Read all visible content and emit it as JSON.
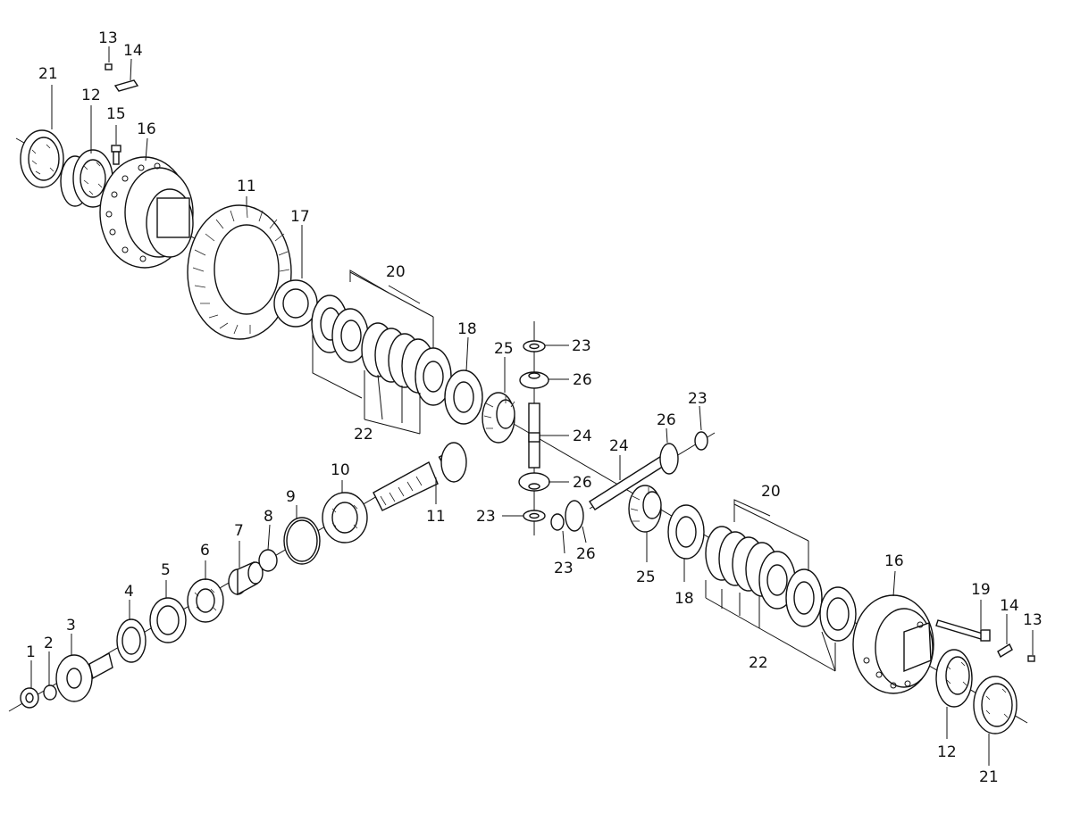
{
  "diagram": {
    "callouts": [
      {
        "id": "c1a",
        "text": "1"
      },
      {
        "id": "c2a",
        "text": "2"
      },
      {
        "id": "c3a",
        "text": "3"
      },
      {
        "id": "c4a",
        "text": "4"
      },
      {
        "id": "c5a",
        "text": "5"
      },
      {
        "id": "c6a",
        "text": "6"
      },
      {
        "id": "c7a",
        "text": "7"
      },
      {
        "id": "c8a",
        "text": "8"
      },
      {
        "id": "c9a",
        "text": "9"
      },
      {
        "id": "c10a",
        "text": "10"
      },
      {
        "id": "c11a",
        "text": "11"
      },
      {
        "id": "c11b",
        "text": "11"
      },
      {
        "id": "c12a",
        "text": "12"
      },
      {
        "id": "c12b",
        "text": "12"
      },
      {
        "id": "c13a",
        "text": "13"
      },
      {
        "id": "c13b",
        "text": "13"
      },
      {
        "id": "c14a",
        "text": "14"
      },
      {
        "id": "c14b",
        "text": "14"
      },
      {
        "id": "c15a",
        "text": "15"
      },
      {
        "id": "c16a",
        "text": "16"
      },
      {
        "id": "c16b",
        "text": "16"
      },
      {
        "id": "c17a",
        "text": "17"
      },
      {
        "id": "c18a",
        "text": "18"
      },
      {
        "id": "c18b",
        "text": "18"
      },
      {
        "id": "c19a",
        "text": "19"
      },
      {
        "id": "c20a",
        "text": "20"
      },
      {
        "id": "c20b",
        "text": "20"
      },
      {
        "id": "c21a",
        "text": "21"
      },
      {
        "id": "c21b",
        "text": "21"
      },
      {
        "id": "c22a",
        "text": "22"
      },
      {
        "id": "c22b",
        "text": "22"
      },
      {
        "id": "c23a",
        "text": "23"
      },
      {
        "id": "c23b",
        "text": "23"
      },
      {
        "id": "c23c",
        "text": "23"
      },
      {
        "id": "c23d",
        "text": "23"
      },
      {
        "id": "c24a",
        "text": "24"
      },
      {
        "id": "c24b",
        "text": "24"
      },
      {
        "id": "c25a",
        "text": "25"
      },
      {
        "id": "c25b",
        "text": "25"
      },
      {
        "id": "c26a",
        "text": "26"
      },
      {
        "id": "c26b",
        "text": "26"
      },
      {
        "id": "c26c",
        "text": "26"
      },
      {
        "id": "c26d",
        "text": "26"
      }
    ]
  }
}
